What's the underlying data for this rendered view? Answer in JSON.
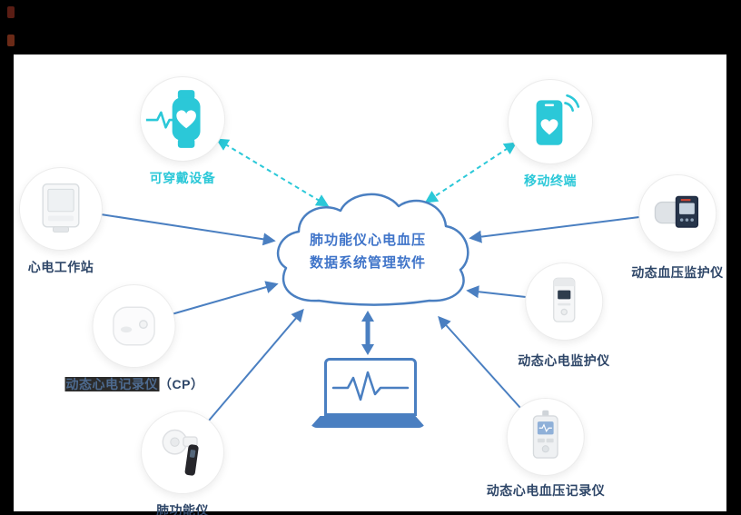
{
  "cloud": {
    "line1": "肺功能仪心电血压",
    "line2": "数据系统管理软件"
  },
  "nodes": {
    "wearable": {
      "label": "可穿戴设备"
    },
    "mobile": {
      "label": "移动终端"
    },
    "ecg_workstation": {
      "label": "心电工作站"
    },
    "holter_recorder_cp": {
      "label_main": "动态心电记录仪",
      "label_suffix": "（CP）"
    },
    "spirometer": {
      "label": "肺功能仪"
    },
    "bp_monitor": {
      "label": "动态血压监护仪"
    },
    "holter_monitor": {
      "label": "动态心电监护仪"
    },
    "ecg_bp_recorder": {
      "label": "动态心电血压记录仪"
    }
  },
  "colors": {
    "teal_accent": "#2bc8d8",
    "blue_accent": "#4a7fc1",
    "label_dark": "#2e4668"
  }
}
